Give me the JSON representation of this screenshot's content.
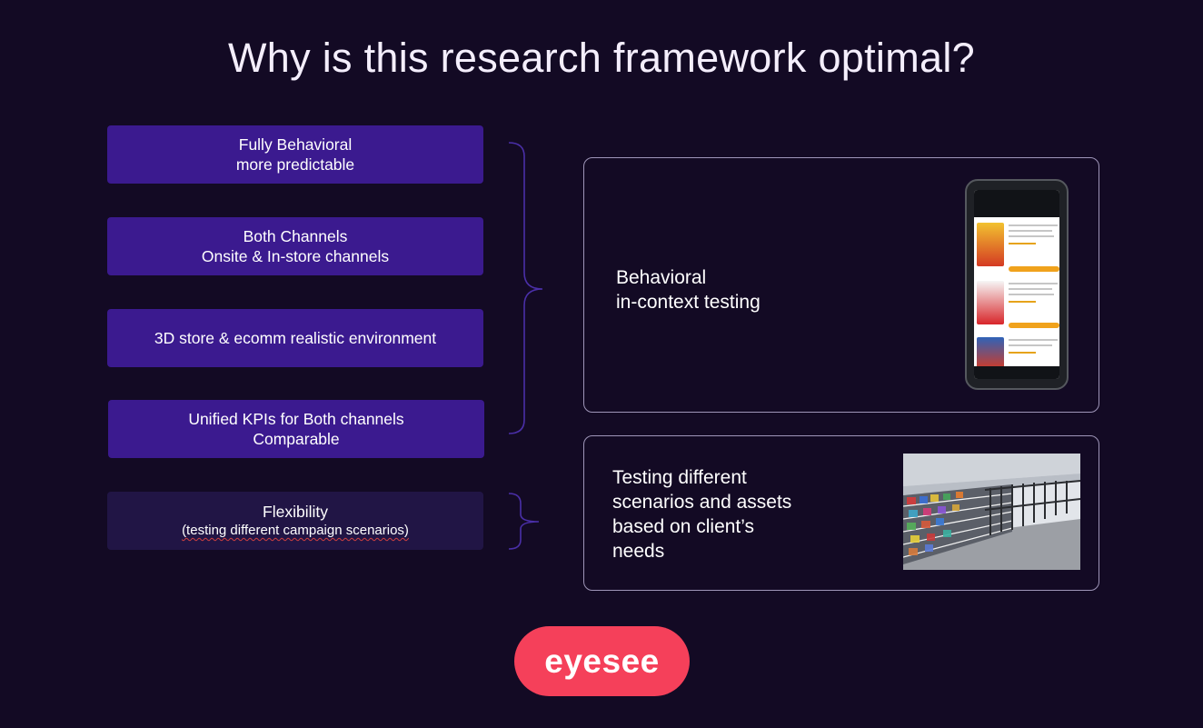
{
  "title": "Why is this research framework optimal?",
  "pills": [
    {
      "line1": "Fully Behavioral",
      "line2": "more predictable"
    },
    {
      "line1": "Both Channels",
      "line2": "Onsite & In-store channels"
    },
    {
      "line1": "3D store & ecomm realistic environment"
    },
    {
      "line1": "Unified KPIs for Both channels",
      "line2": "Comparable"
    },
    {
      "line1": "Flexibility",
      "line2": "(testing different campaign scenarios)"
    }
  ],
  "cards": [
    {
      "text_line1": "Behavioral",
      "text_line2": "in-context testing"
    },
    {
      "text_line1": "Testing different",
      "text_line2": "scenarios and assets",
      "text_line3": "based on client’s",
      "text_line4": "needs"
    }
  ],
  "logo": {
    "text": "eyesee"
  },
  "colors": {
    "background": "#130a24",
    "pill": "#3b1a8f",
    "pill_dark": "#211545",
    "logo_bg": "#f5405a"
  }
}
